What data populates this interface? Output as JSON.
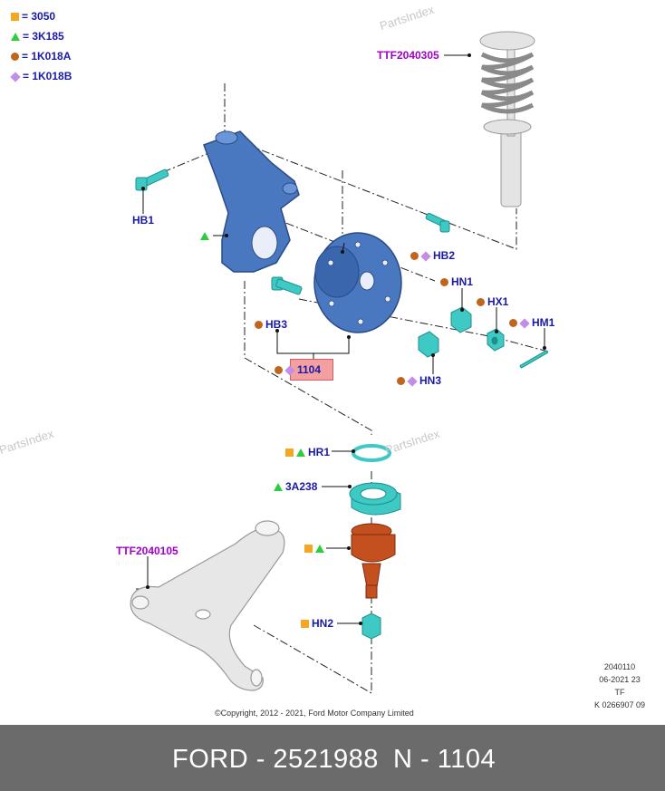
{
  "legend": [
    {
      "marker": "square",
      "text": "= 3050"
    },
    {
      "marker": "triangle",
      "text": "= 3K185"
    },
    {
      "marker": "dot",
      "text": "= 1K018A"
    },
    {
      "marker": "diamond",
      "text": "= 1K018B"
    }
  ],
  "watermarks": [
    "PartsIndex",
    "PartsIndex",
    "PartsIndex"
  ],
  "labels": {
    "ttf_strut": "TTF2040305",
    "hb1": "HB1",
    "hb2": "HB2",
    "hb3": "HB3",
    "hn1": "HN1",
    "hx1": "HX1",
    "hm1": "HM1",
    "hn3": "HN3",
    "part_1104": "1104",
    "hr1": "HR1",
    "a238": "3A238",
    "ttf_arm": "TTF2040105",
    "hn2": "HN2"
  },
  "reference": {
    "line1": "2040110",
    "line2": "06-2021 23",
    "line3": "TF",
    "line4": "K 0266907 09"
  },
  "copyright": "©Copyright, 2012 - 2021, Ford Motor Company Limited",
  "footer": {
    "brand_part": "FORD - 2521988",
    "ref_part": "N - 1104"
  },
  "colors": {
    "knuckle": "#4a78c0",
    "hardware": "#3fc9c4",
    "balljoint": "#c5501f",
    "label_blue": "#1a1aa6",
    "label_purple": "#a000c8",
    "highlight": "#f2a0a0",
    "footer_bg": "#6b6b6b"
  }
}
